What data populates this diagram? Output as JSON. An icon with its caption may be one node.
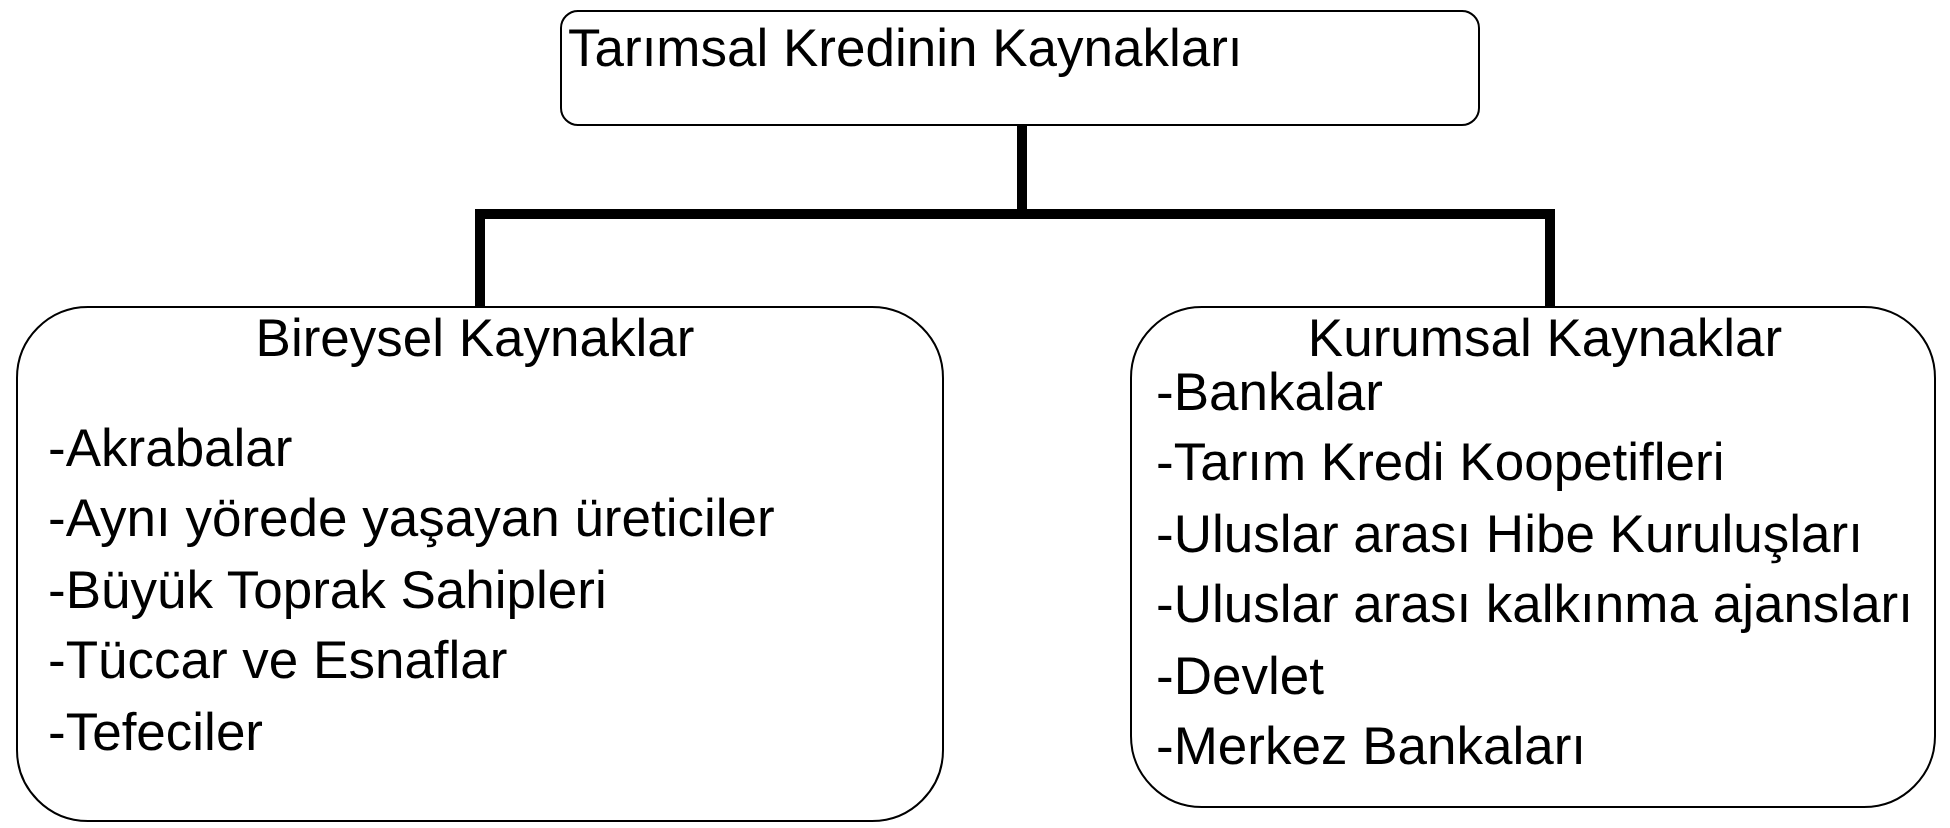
{
  "diagram": {
    "nodes": [
      {
        "text": [
          "Tarımsal Kredinin Kaynakları"
        ]
      },
      {
        "text": [
          "Bireysel Kaynaklar",
          "-Akrabalar",
          "-Aynı yörede yaşayan üreticiler",
          "-Büyük Toprak Sahipleri",
          "-Tüccar ve Esnaflar",
          "-Tefeciler"
        ]
      },
      {
        "text": [
          "Kurumsal Kaynaklar",
          "-Bankalar",
          "-Tarım Kredi Koopetifleri",
          "-Uluslar arası Hibe Kuruluşları",
          "-Uluslar arası kalkınma ajansları",
          "-Devlet",
          "-Merkez Bankaları"
        ]
      }
    ],
    "edges": [
      {
        "from": 0,
        "to": 1,
        "arrow": "none"
      },
      {
        "from": 0,
        "to": 2,
        "arrow": "none"
      }
    ]
  }
}
